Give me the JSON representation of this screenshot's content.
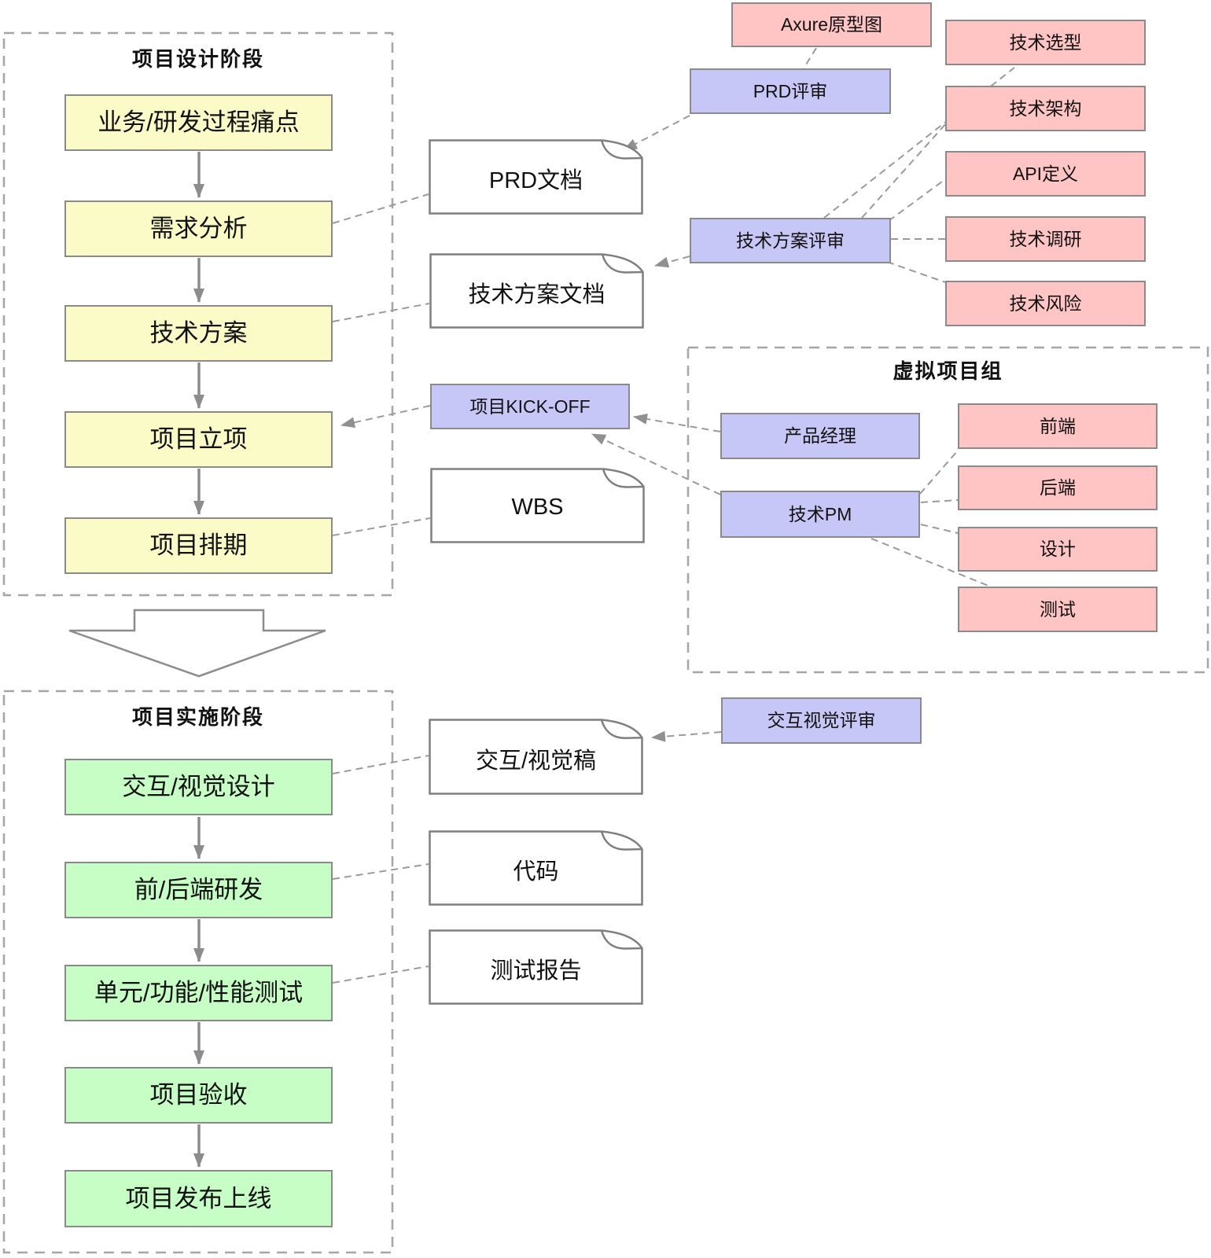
{
  "design_phase": {
    "title": "项目设计阶段",
    "steps": [
      "业务/研发过程痛点",
      "需求分析",
      "技术方案",
      "项目立项",
      "项目排期"
    ]
  },
  "implementation_phase": {
    "title": "项目实施阶段",
    "steps": [
      "交互/视觉设计",
      "前/后端研发",
      "单元/功能/性能测试",
      "项目验收",
      "项目发布上线"
    ]
  },
  "virtual_team": {
    "title": "虚拟项目组",
    "product_manager": "产品经理",
    "tech_pm": "技术PM",
    "members": [
      "前端",
      "后端",
      "设计",
      "测试"
    ]
  },
  "reviews": {
    "prd_review": "PRD评审",
    "tech_plan_review": "技术方案评审",
    "kick_off": "项目KICK-OFF",
    "ux_review": "交互视觉评审"
  },
  "documents": {
    "prd": "PRD文档",
    "tech_plan": "技术方案文档",
    "wbs": "WBS",
    "ux_draft": "交互/视觉稿",
    "code": "代码",
    "test_report": "测试报告"
  },
  "prototype": {
    "axure": "Axure原型图"
  },
  "tech_plan_items": [
    "技术选型",
    "技术架构",
    "API定义",
    "技术调研",
    "技术风险"
  ],
  "colors": {
    "step_yellow": "#FBFBC8",
    "step_green": "#C6FEC6",
    "role_pink": "#FFC4C4",
    "review_purple": "#C7C7F7",
    "box_border": "#8A8A8A",
    "connector_gray": "#9A9A9A",
    "text": "#111111"
  }
}
